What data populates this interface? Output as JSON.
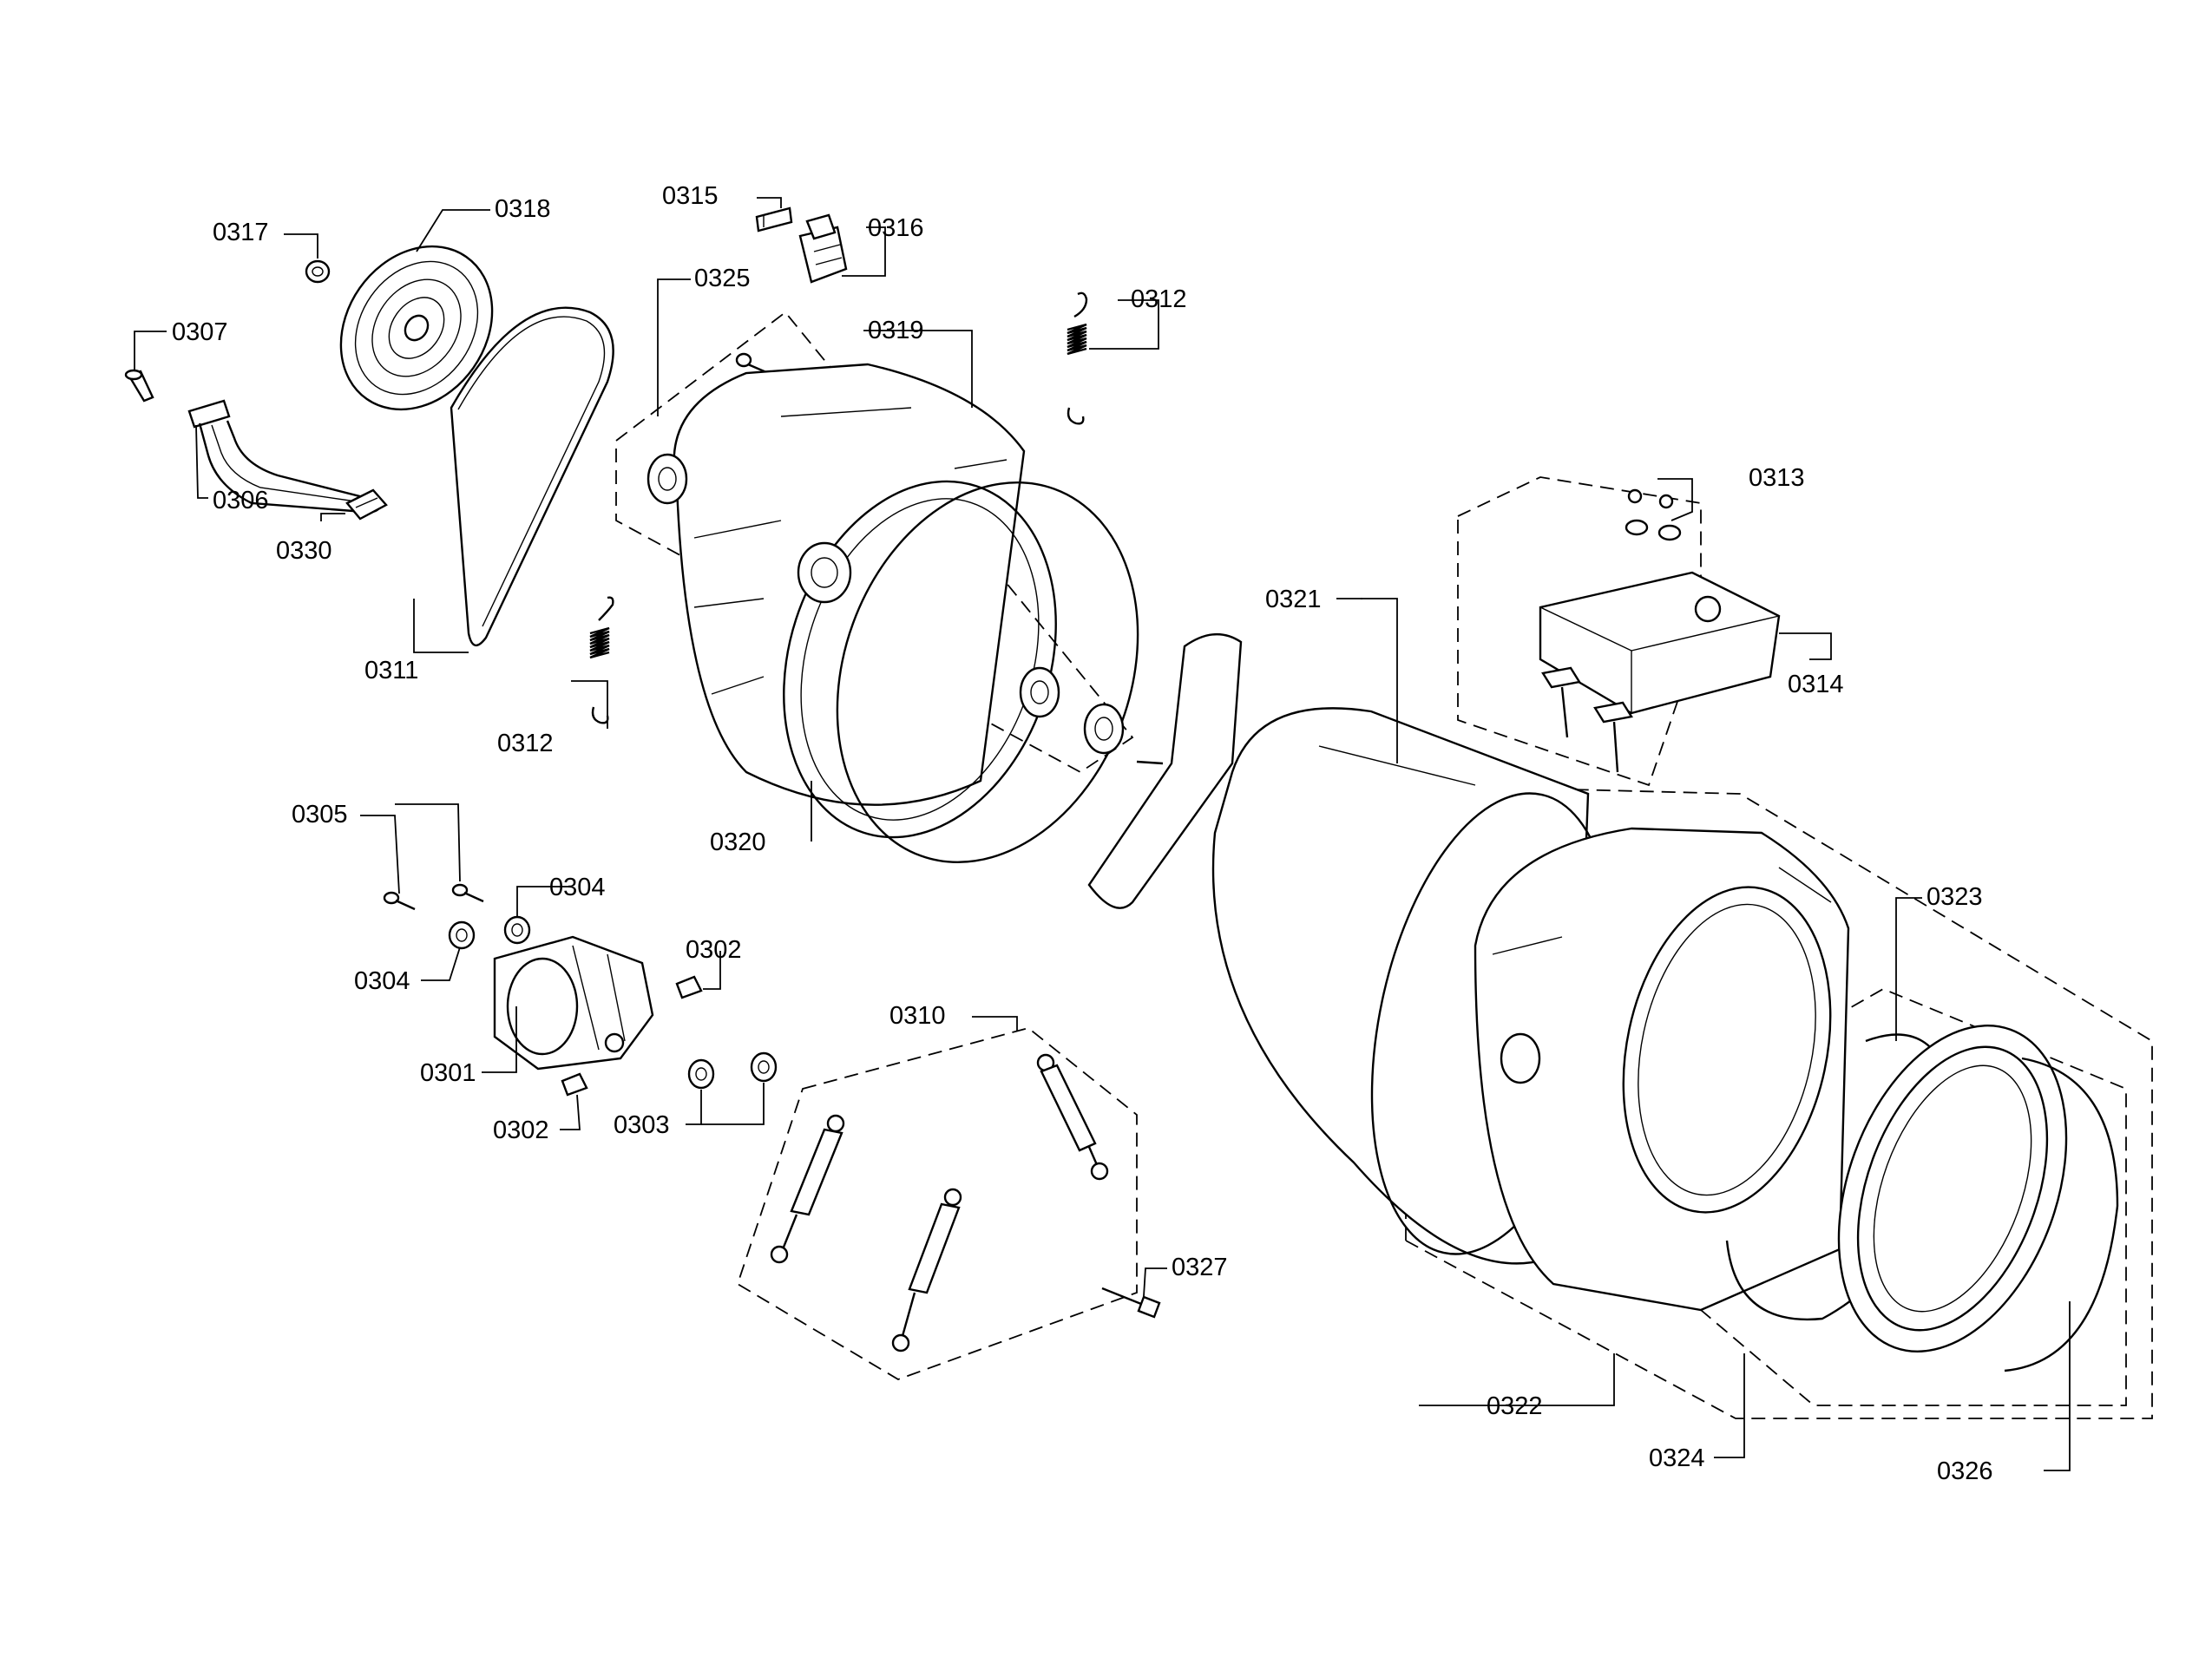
{
  "callouts": {
    "c0315": "0315",
    "c0316": "0316",
    "c0317": "0317",
    "c0318": "0318",
    "c0307": "0307",
    "c0325": "0325",
    "c0319": "0319",
    "c0312a": "0312",
    "c0312b": "0312",
    "c0306": "0306",
    "c0330": "0330",
    "c0311": "0311",
    "c0313": "0313",
    "c0321": "0321",
    "c0314": "0314",
    "c0320": "0320",
    "c0305": "0305",
    "c0304a": "0304",
    "c0304b": "0304",
    "c0302a": "0302",
    "c0302b": "0302",
    "c0301": "0301",
    "c0303": "0303",
    "c0310": "0310",
    "c0323": "0323",
    "c0327": "0327",
    "c0322": "0322",
    "c0324": "0324",
    "c0326": "0326"
  }
}
